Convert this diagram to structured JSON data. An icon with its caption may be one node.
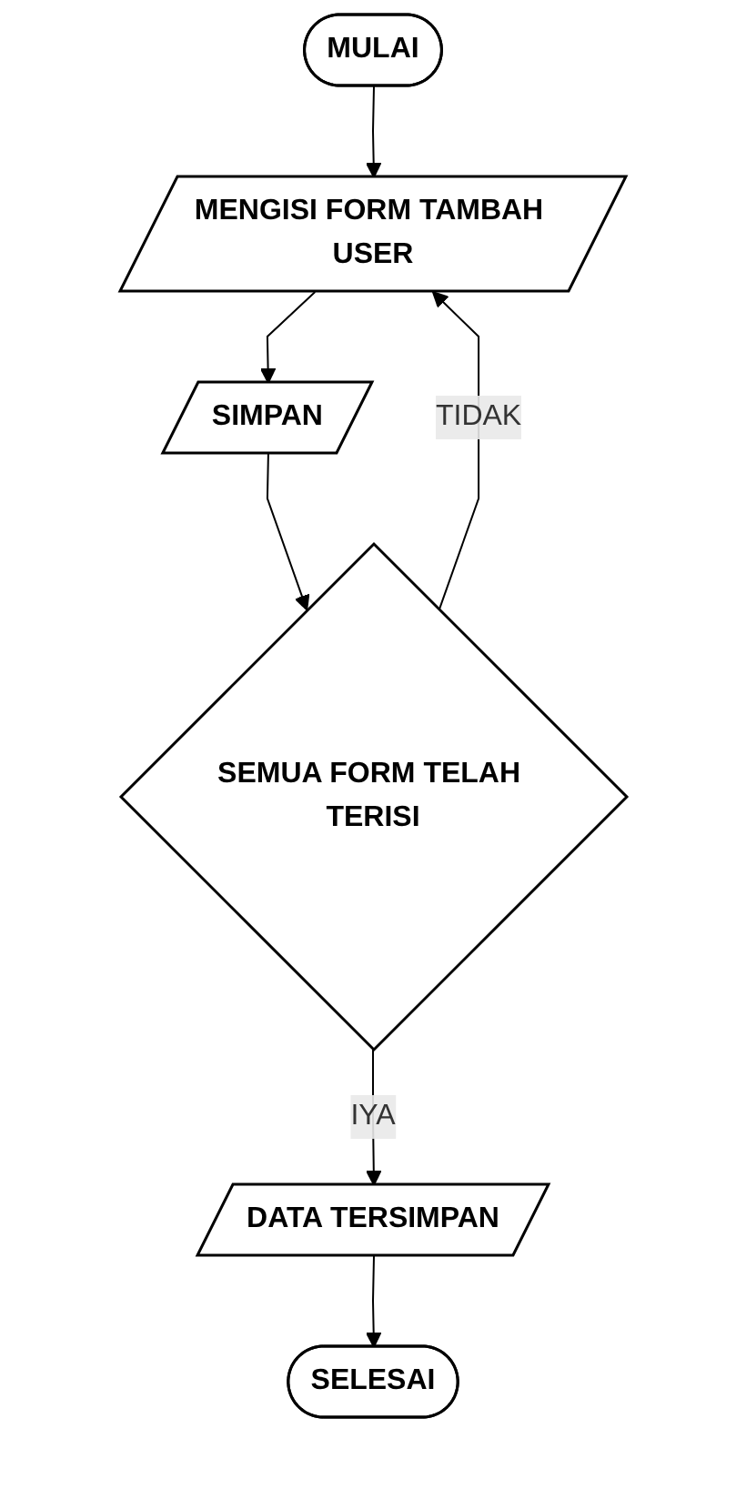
{
  "diagram": {
    "nodes": [
      {
        "text": [
          "MULAI"
        ]
      },
      {
        "text": [
          "MENGISI FORM TAMBAH USER"
        ]
      },
      {
        "text": [
          "SIMPAN"
        ]
      },
      {
        "text": [
          "SEMUA FORM TELAH TERISI"
        ]
      },
      {
        "text": [
          "DATA TERSIMPAN"
        ]
      },
      {
        "text": [
          "SELESAI"
        ]
      }
    ],
    "edges": [
      {
        "from": 0,
        "to": 1,
        "arrow": "to"
      },
      {
        "from": 1,
        "to": 2,
        "arrow": "to"
      },
      {
        "from": 2,
        "to": 3,
        "arrow": "to"
      },
      {
        "from": 3,
        "to": 1,
        "arrow": "to",
        "label": "TIDAK"
      },
      {
        "from": 3,
        "to": 4,
        "arrow": "to",
        "label": "IYA"
      },
      {
        "from": 4,
        "to": 5,
        "arrow": "to"
      }
    ]
  }
}
